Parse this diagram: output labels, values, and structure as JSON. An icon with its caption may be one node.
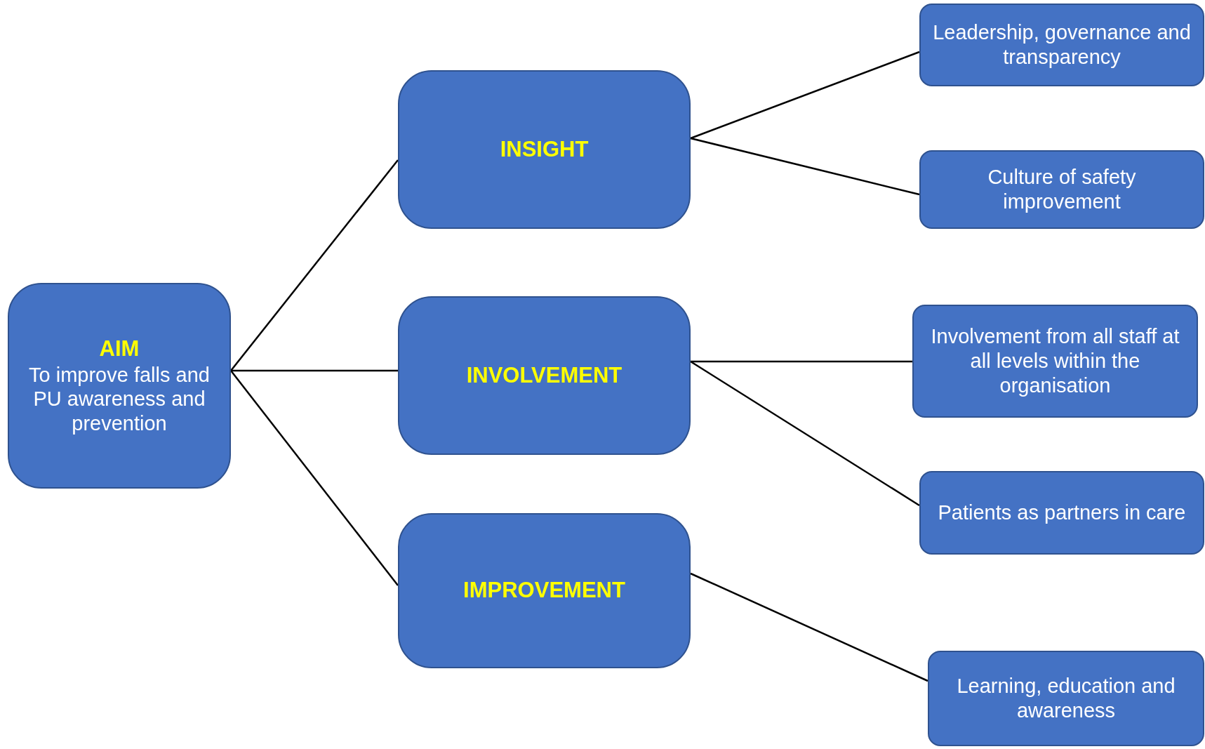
{
  "diagram": {
    "nodes": [
      {
        "text": [
          "AIM",
          "To improve falls and PU awareness and prevention"
        ]
      },
      {
        "text": [
          "INSIGHT"
        ]
      },
      {
        "text": [
          "INVOLVEMENT"
        ]
      },
      {
        "text": [
          "IMPROVEMENT"
        ]
      },
      {
        "text": [
          "Leadership, governance and transparency"
        ]
      },
      {
        "text": [
          "Culture of safety improvement"
        ]
      },
      {
        "text": [
          "Involvement from all staff at all levels within the organisation"
        ]
      },
      {
        "text": [
          "Patients as partners in care"
        ]
      },
      {
        "text": [
          "Learning, education and awareness"
        ]
      }
    ],
    "edges": [
      {
        "from": 0,
        "to": 1,
        "arrow": "none"
      },
      {
        "from": 0,
        "to": 2,
        "arrow": "none"
      },
      {
        "from": 0,
        "to": 3,
        "arrow": "none"
      },
      {
        "from": 1,
        "to": 4,
        "arrow": "none"
      },
      {
        "from": 1,
        "to": 5,
        "arrow": "none"
      },
      {
        "from": 2,
        "to": 6,
        "arrow": "none"
      },
      {
        "from": 2,
        "to": 7,
        "arrow": "none"
      },
      {
        "from": 3,
        "to": 8,
        "arrow": "none"
      }
    ]
  }
}
